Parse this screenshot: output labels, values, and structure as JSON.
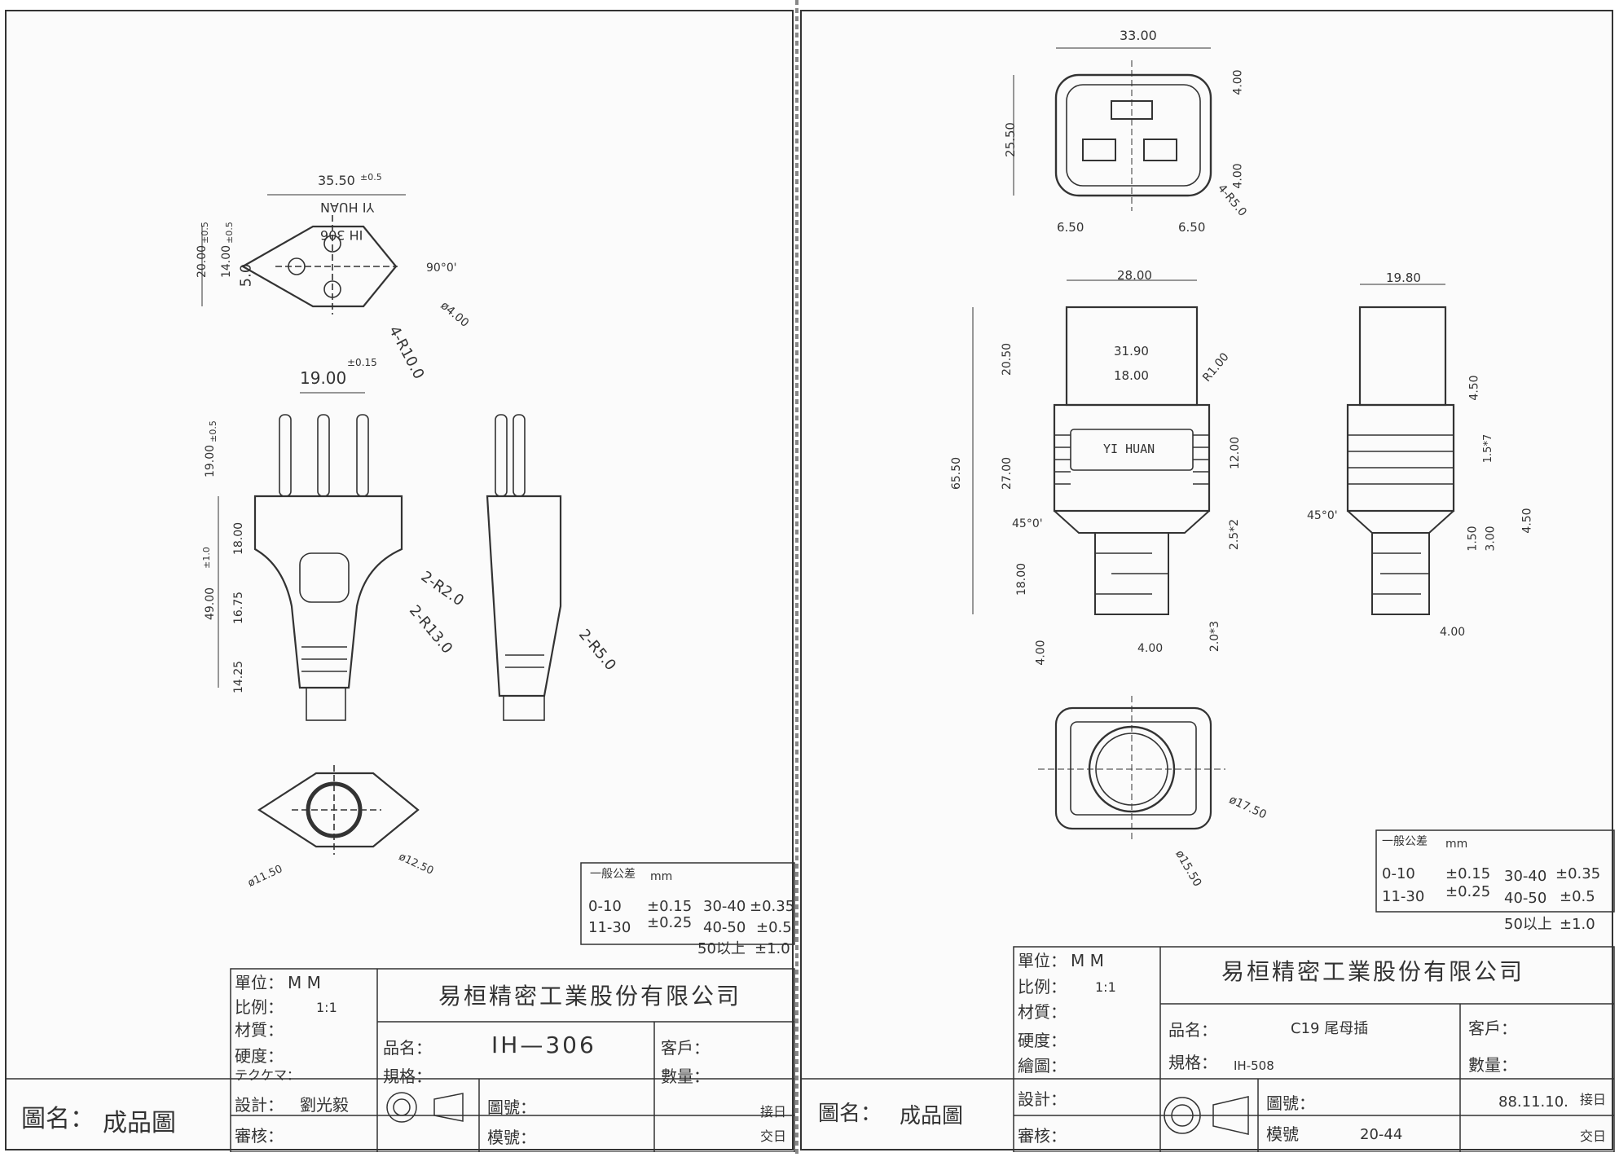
{
  "sheets": [
    {
      "product_logo": "YI HUAN",
      "product_model_mark": "IH 306",
      "dimensions": [
        "35.50",
        "±0.5",
        "20.00",
        "±0.5",
        "14.00",
        "±0.5",
        "5.0",
        "90°0'",
        "ø4.00",
        "4-R10.0",
        "±0.15",
        "19.00",
        "19.00",
        "±0.5",
        "18.00",
        "±1.0",
        "49.00",
        "16.75",
        "14.25",
        "2-R2.0",
        "2-R13.0",
        "2-R5.0",
        "ø11.50",
        "ø12.50"
      ],
      "tolerance": {
        "title": "一般公差",
        "unit": "mm",
        "rows": [
          [
            "0-10",
            "±0.15"
          ],
          [
            "11-30",
            "±0.25"
          ],
          [
            "30-40",
            "±0.35"
          ],
          [
            "40-50",
            "±0.5"
          ],
          [
            "50以上",
            "±1.0"
          ]
        ]
      },
      "title_block": {
        "unit_label": "單位：",
        "unit_value": "M    M",
        "scale_label": "比例：",
        "scale_value": "1:1",
        "material_label": "材質：",
        "hardness_label": "硬度：",
        "spec_extra_label": "テクケマ：",
        "design_label": "設計：",
        "designer": "劉光毅",
        "review_label": "審核：",
        "company": "易桓精密工業股份有限公司",
        "name_label": "品名：",
        "name_value": "IH—306",
        "spec_label": "規格：",
        "customer_label": "客戶：",
        "quantity_label": "數量：",
        "drawing_no_label": "圖號：",
        "mold_no_label": "模號：",
        "received_label": "接日",
        "delivered_label": "交日",
        "drawing_name_label": "圖名：",
        "drawing_name_value": "成品圖"
      }
    },
    {
      "product_logo": "YI HUAN",
      "dimensions": [
        "33.00",
        "4.00",
        "25.50",
        "4.00",
        "4-R5.0",
        "6.50",
        "6.50",
        "28.00",
        "19.80",
        "31.90",
        "18.00",
        "R1.00",
        "20.50",
        "65.50",
        "27.00",
        "12.00",
        "4.50",
        "1.5*7",
        "45°0'",
        "45°0'",
        "2.5*2",
        "18.00",
        "2.0*3",
        "4.00",
        "4.00",
        "4.50",
        "1.50",
        "3.00",
        "4.00",
        "ø17.50",
        "ø15.50"
      ],
      "tolerance": {
        "title": "一般公差",
        "unit": "mm",
        "rows": [
          [
            "0-10",
            "±0.15"
          ],
          [
            "11-30",
            "±0.25"
          ],
          [
            "30-40",
            "±0.35"
          ],
          [
            "40-50",
            "±0.5"
          ],
          [
            "50以上",
            "±1.0"
          ]
        ]
      },
      "title_block": {
        "unit_label": "單位：",
        "unit_value": "M    M",
        "scale_label": "比例：",
        "scale_value": "1:1",
        "material_label": "材質：",
        "hardness_label": "硬度：",
        "drawer_label": "繪圖：",
        "design_label": "設計：",
        "review_label": "審核：",
        "company": "易桓精密工業股份有限公司",
        "name_label": "品名：",
        "name_value": "C19  尾母插",
        "spec_label": "規格：",
        "spec_value": "IH-508",
        "customer_label": "客戶：",
        "quantity_label": "數量：",
        "drawing_no_label": "圖號：",
        "mold_no_label": "模號",
        "mold_no_value": "20-44",
        "date_value": "88.11.10.",
        "received_label": "接日",
        "delivered_label": "交日",
        "drawing_name_label": "圖名：",
        "drawing_name_value": "成品圖"
      }
    }
  ]
}
